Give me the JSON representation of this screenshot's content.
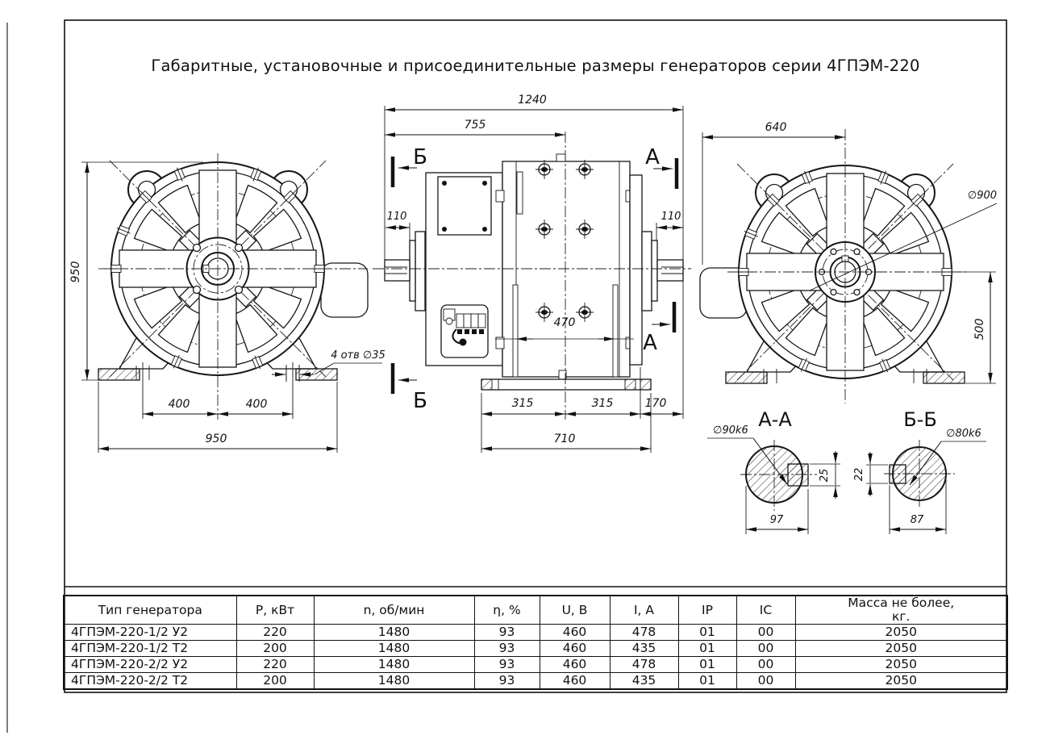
{
  "page": {
    "title": "Габаритные, установочные и присоединительные размеры генераторов серии 4ГПЭМ-220"
  },
  "drawing": {
    "front_view": {
      "height": "950",
      "foot_left": "400",
      "foot_right": "400",
      "width": "950",
      "holes_note": "4 отв ∅35"
    },
    "side_view": {
      "overall_length": "1240",
      "length_to_center": "755",
      "shaft_left": "110",
      "shaft_right": "110",
      "inner_span": "470",
      "foot_left": "315",
      "foot_right": "315",
      "overhang": "170",
      "base_width": "710",
      "marker_a": "А",
      "marker_b": "Б"
    },
    "rear_view": {
      "half_width": "640",
      "frame_diameter": "∅900",
      "axis_height": "500"
    },
    "section_aa": {
      "title": "А-А",
      "shaft_diameter": "∅90k6",
      "key_height": "25",
      "width": "97"
    },
    "section_bb": {
      "title": "Б-Б",
      "shaft_diameter": "∅80k6",
      "key_height": "22",
      "width": "87"
    }
  },
  "table": {
    "headers": [
      "Тип генератора",
      "Р, кВт",
      "n, об/мин",
      "η, %",
      "U, В",
      "I, А",
      "IP",
      "IC",
      "Масса не более,\nкг."
    ],
    "rows": [
      [
        "4ГПЭМ-220-1/2 У2",
        "220",
        "1480",
        "93",
        "460",
        "478",
        "01",
        "00",
        "2050"
      ],
      [
        "4ГПЭМ-220-1/2 Т2",
        "200",
        "1480",
        "93",
        "460",
        "435",
        "01",
        "00",
        "2050"
      ],
      [
        "4ГПЭМ-220-2/2 У2",
        "220",
        "1480",
        "93",
        "460",
        "478",
        "01",
        "00",
        "2050"
      ],
      [
        "4ГПЭМ-220-2/2 Т2",
        "200",
        "1480",
        "93",
        "460",
        "435",
        "01",
        "00",
        "2050"
      ]
    ]
  }
}
